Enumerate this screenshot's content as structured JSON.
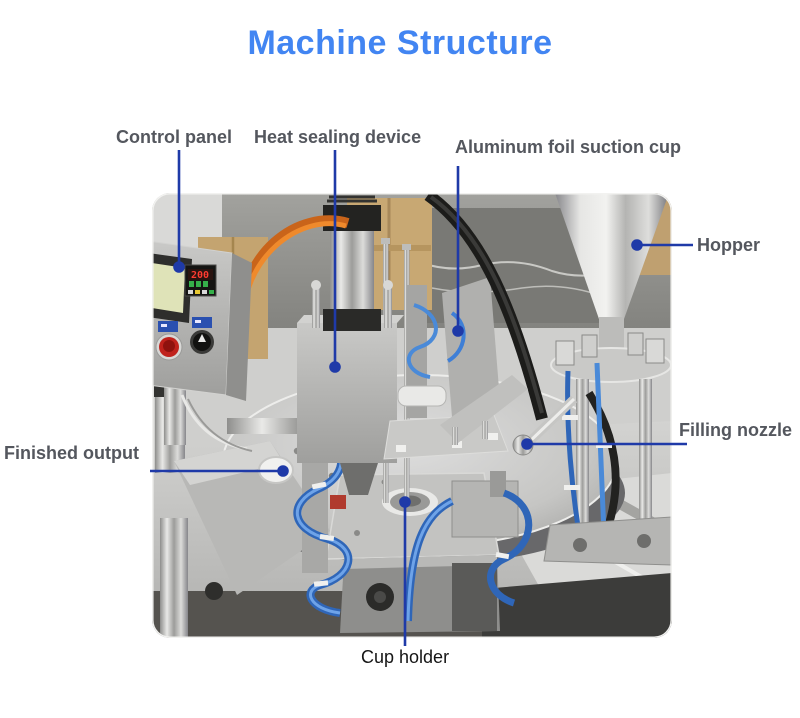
{
  "title": "Machine Structure",
  "labels": {
    "control_panel": "Control panel",
    "heat_sealing_device": "Heat sealing device",
    "aluminum_foil_suction_cup": "Aluminum foil suction cup",
    "hopper": "Hopper",
    "filling_nozzle": "Filling nozzle",
    "finished_output": "Finished output",
    "cup_holder": "Cup holder"
  },
  "photo": {
    "temperature_display": "200"
  },
  "colors": {
    "title_blue": "#4285f2",
    "label_gray": "#54575e",
    "cup_holder_label": "#151515",
    "leader_navy": "#1f3aa8",
    "tube_blue": "#3f7fd6",
    "cable_orange": "#e67e22"
  }
}
